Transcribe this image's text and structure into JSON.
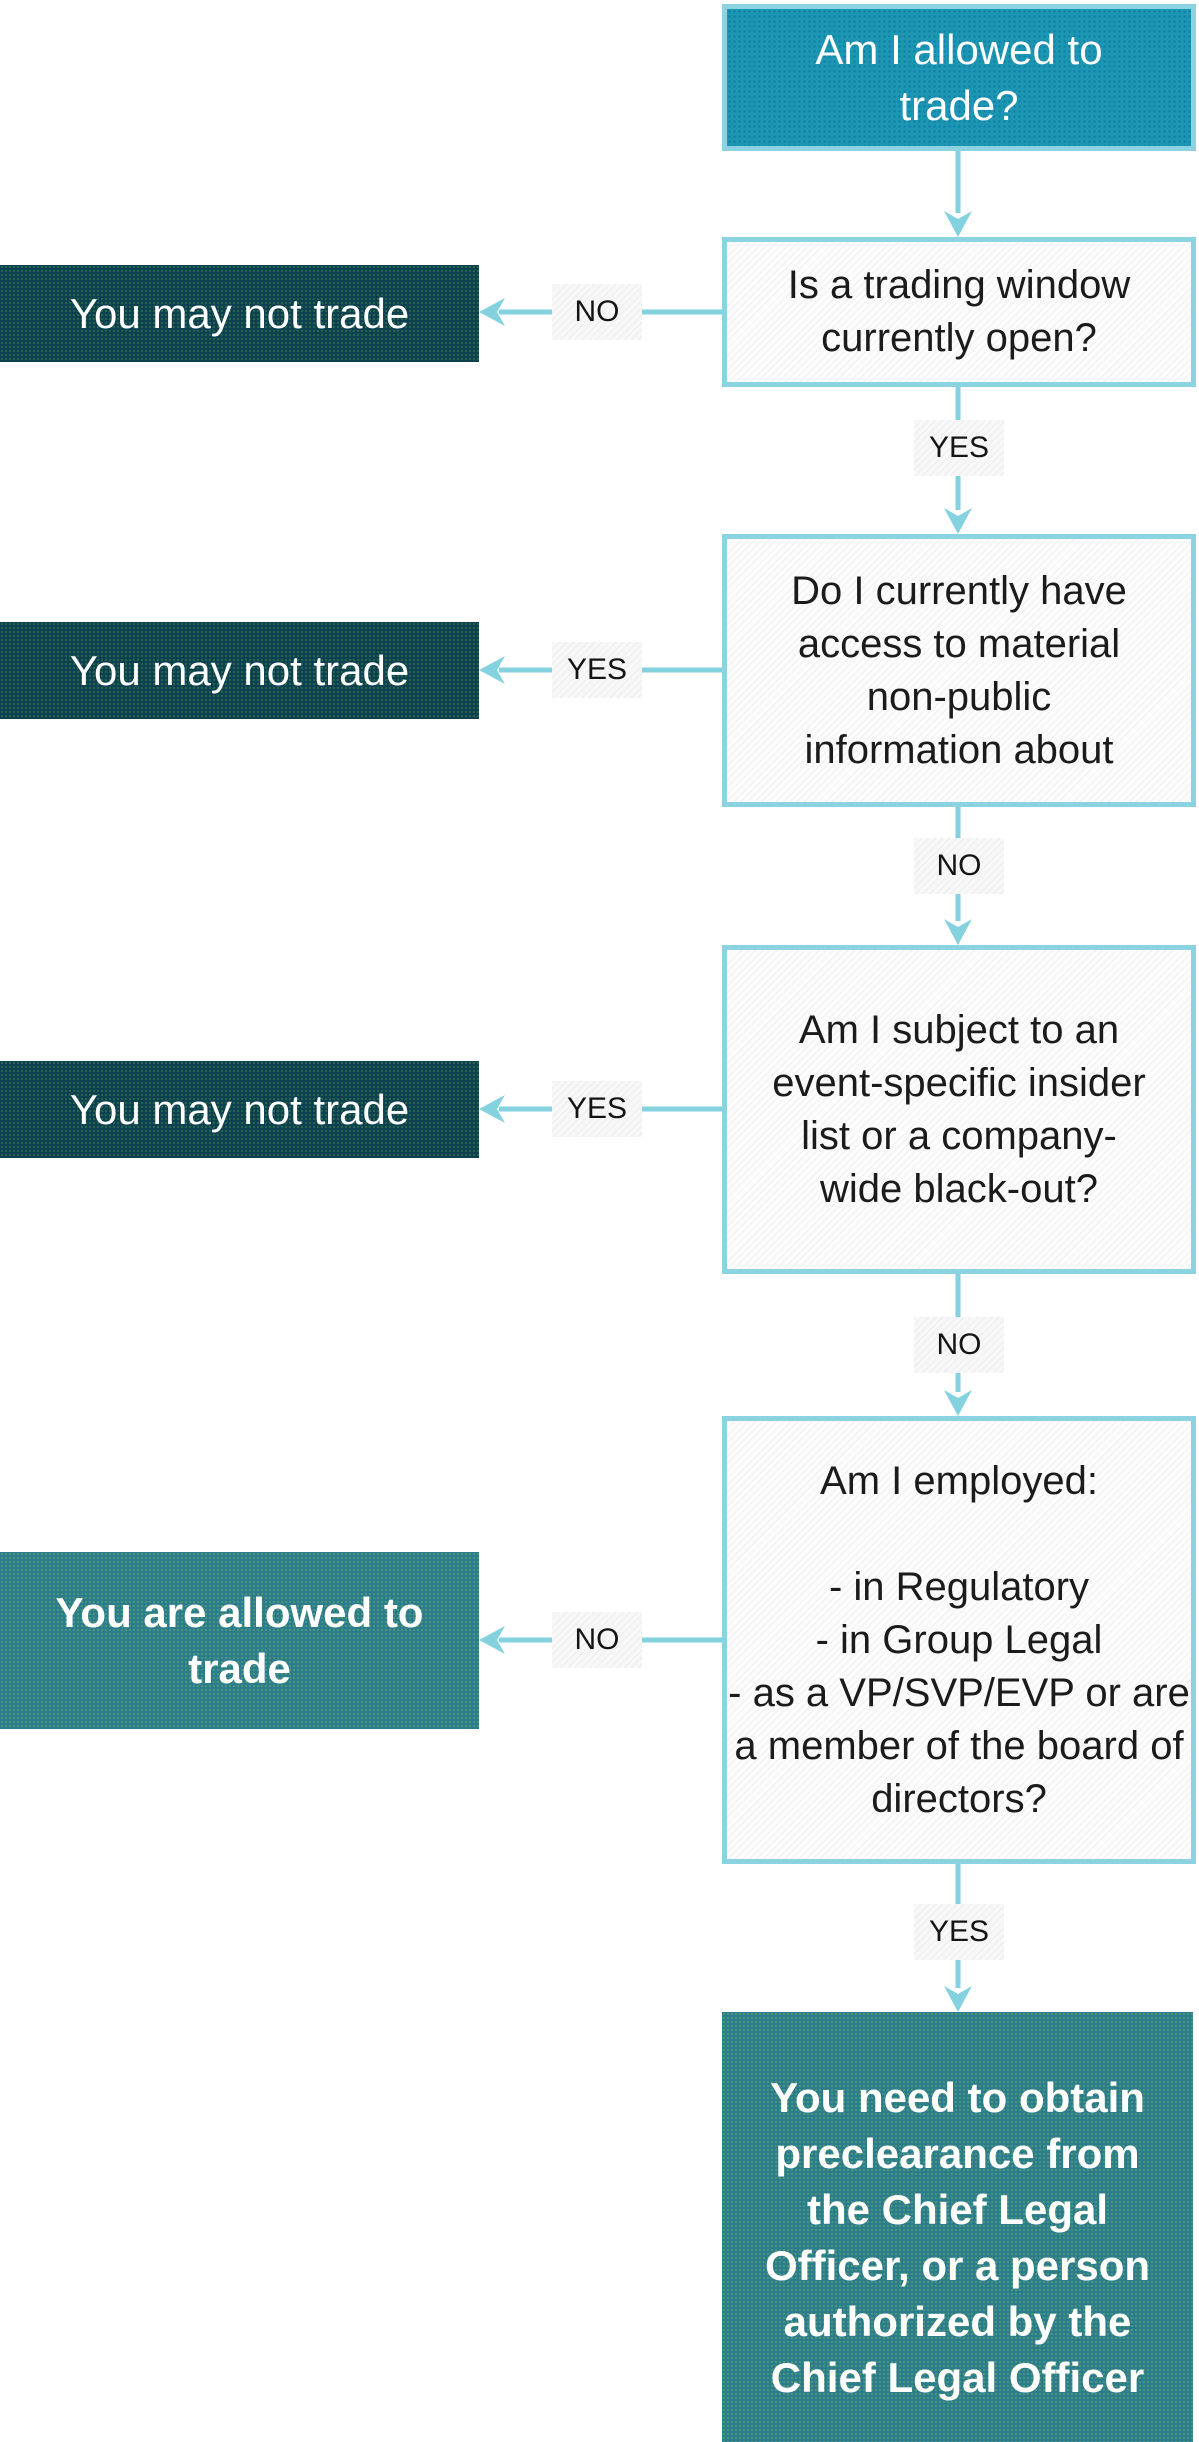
{
  "diagram": {
    "title": "Am I allowed to trade?",
    "colors": {
      "start_fill": "#1d96b4",
      "question_fill": "#fcfcfc",
      "box_border": "#8bd3e1",
      "arrow": "#84d1df",
      "deny_fill": "#0d4150",
      "allow_fill": "#2b7c8c",
      "question_text": "#1b1b1b",
      "result_text": "#ffffff",
      "edge_label_text": "#141414"
    },
    "nodes": {
      "start": {
        "text": "Am I allowed to\ntrade?"
      },
      "q_trading_window": {
        "text": "Is a trading window\ncurrently open?"
      },
      "q_mnpi": {
        "text": "Do I currently have\naccess to material\nnon-public\ninformation about"
      },
      "q_insider_list": {
        "text": "Am I subject to an\nevent-specific insider\nlist or a company-\nwide black-out?"
      },
      "q_role": {
        "text": "Am I employed:\n\n- in Regulatory\n- in Group Legal\n- as a VP/SVP/EVP or are a member of the board of directors?"
      },
      "deny_1": {
        "text": "You may not trade"
      },
      "deny_2": {
        "text": "You may not trade"
      },
      "deny_3": {
        "text": "You may not trade"
      },
      "allow": {
        "text": "You are allowed to\ntrade"
      },
      "preclearance": {
        "text": "You need to obtain\npreclearance from\nthe Chief Legal\nOfficer, or a person\nauthorized by the\nChief Legal Officer"
      }
    },
    "edges": {
      "q1_no": {
        "label": "NO"
      },
      "q1_yes": {
        "label": "YES"
      },
      "q2_yes": {
        "label": "YES"
      },
      "q2_no": {
        "label": "NO"
      },
      "q3_yes": {
        "label": "YES"
      },
      "q3_no": {
        "label": "NO"
      },
      "q4_no": {
        "label": "NO"
      },
      "q4_yes": {
        "label": "YES"
      }
    }
  }
}
